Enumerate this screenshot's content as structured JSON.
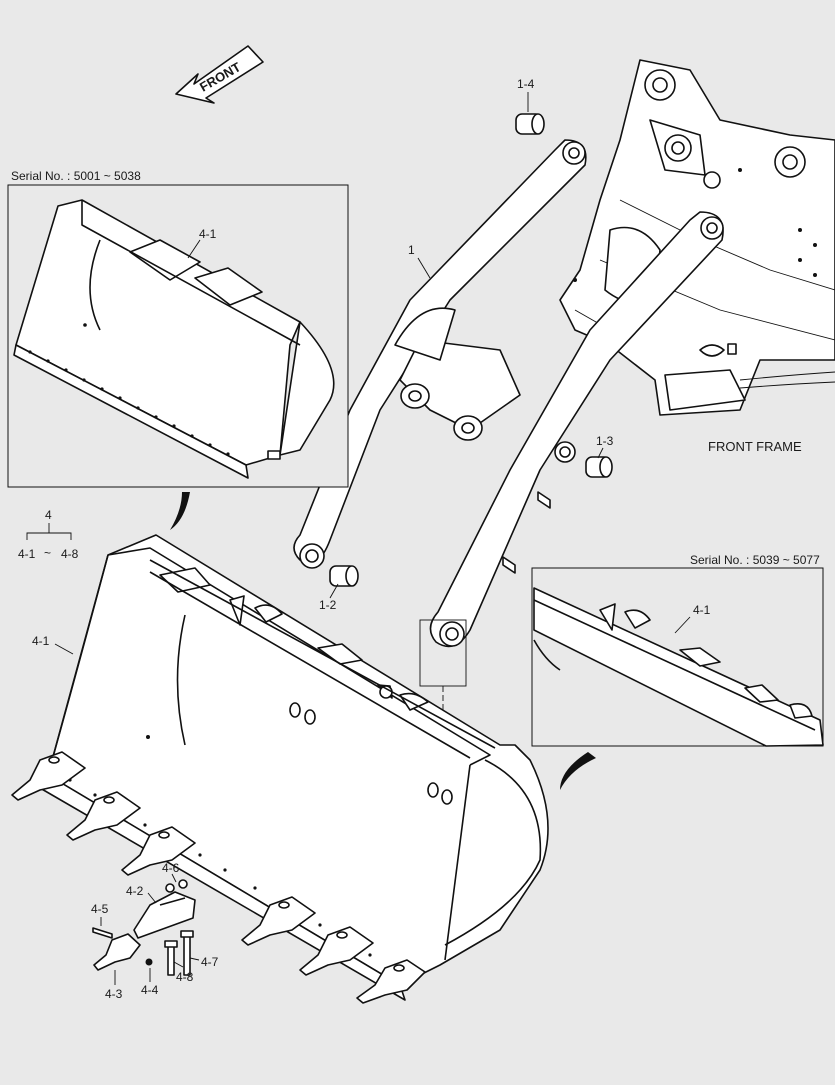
{
  "front_arrow_label": "FRONT",
  "front_frame_label": "FRONT FRAME",
  "inset_left": {
    "serial_text": "Serial No. : 5001 ~ 5038",
    "part_label": "4-1"
  },
  "inset_right": {
    "serial_text": "Serial No. : 5039 ~ 5077",
    "part_label": "4-1"
  },
  "assembly_tree": {
    "parent": "4",
    "range_start": "4-1",
    "range_sep": "~",
    "range_end": "4-8"
  },
  "callouts": {
    "arm": "1",
    "bushing_lower": "1-2",
    "bushing_mid": "1-3",
    "bushing_top": "1-4",
    "bucket": "4-1",
    "adapter": "4-2",
    "tooth": "4-3",
    "washer": "4-4",
    "pin": "4-5",
    "nut": "4-6",
    "bolt": "4-7",
    "lock_washer": "4-8"
  }
}
